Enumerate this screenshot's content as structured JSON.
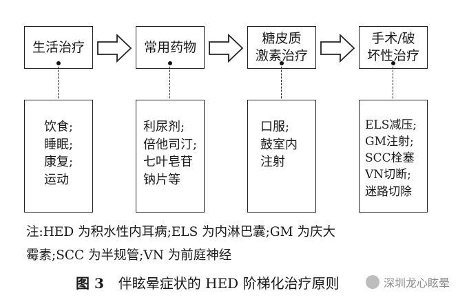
{
  "steps": [
    {
      "title": [
        "生活治疗"
      ],
      "details": [
        "饮食;",
        "睡眠;",
        "康复;",
        "运动"
      ]
    },
    {
      "title": [
        "常用药物"
      ],
      "details": [
        "利尿剂;",
        "倍他司汀;",
        "七叶皂苷",
        "钠片等"
      ]
    },
    {
      "title": [
        "糖皮质",
        "激素治疗"
      ],
      "details": [
        "口服;",
        "鼓室内",
        "注射"
      ]
    },
    {
      "title": [
        "手术/破",
        "坏性治疗"
      ],
      "details": [
        "ELS减压;",
        "GM注射;",
        "SCC栓塞",
        "VN切断;",
        "迷路切除"
      ]
    }
  ],
  "note": {
    "line1": "注:HED 为积水性内耳病;ELS 为内淋巴囊;GM 为庆大",
    "line2": "霉素;SCC 为半规管;VN 为前庭神经"
  },
  "caption": {
    "label": "图 3",
    "title": "伴眩晕症状的 HED 阶梯化治疗原则"
  },
  "watermark": "深圳龙心眩晕"
}
